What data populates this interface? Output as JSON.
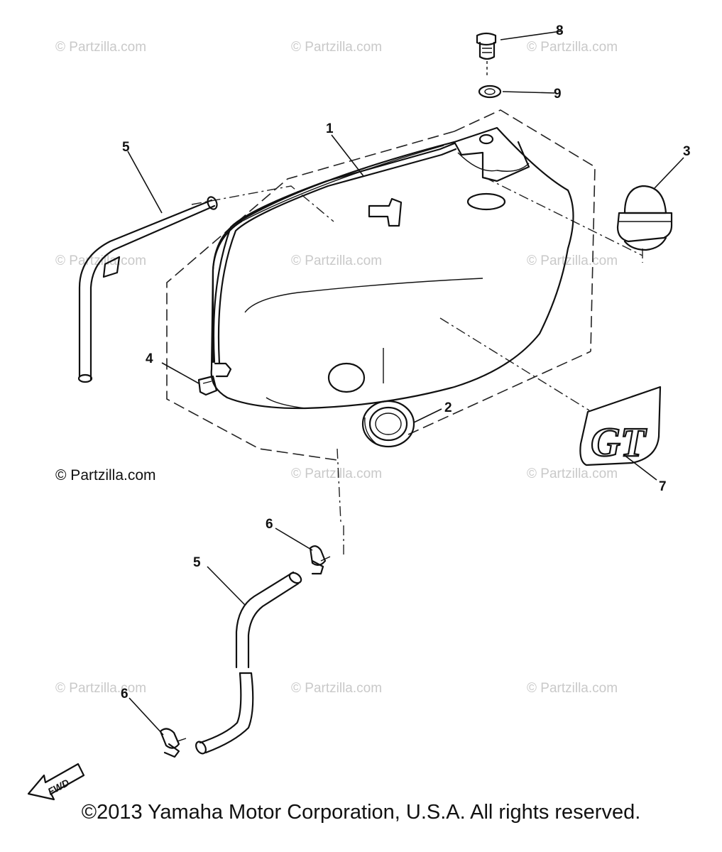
{
  "watermarks": [
    "© Partzilla.com",
    "© Partzilla.com",
    "© Partzilla.com",
    "© Partzilla.com",
    "© Partzilla.com",
    "© Partzilla.com",
    "© Partzilla.com",
    "© Partzilla.com",
    "© Partzilla.com",
    "© Partzilla.com",
    "© Partzilla.com"
  ],
  "watermark_prominent": "© Partzilla.com",
  "callouts": {
    "c1": "1",
    "c2": "2",
    "c3": "3",
    "c4": "4",
    "c5a": "5",
    "c5b": "5",
    "c6a": "6",
    "c6b": "6",
    "c7": "7",
    "c8": "8",
    "c9": "9"
  },
  "emblem_text": "GT",
  "fwd_label": "FWD",
  "copyright": "©2013  Yamaha Motor Corporation, U.S.A. All rights reserved."
}
